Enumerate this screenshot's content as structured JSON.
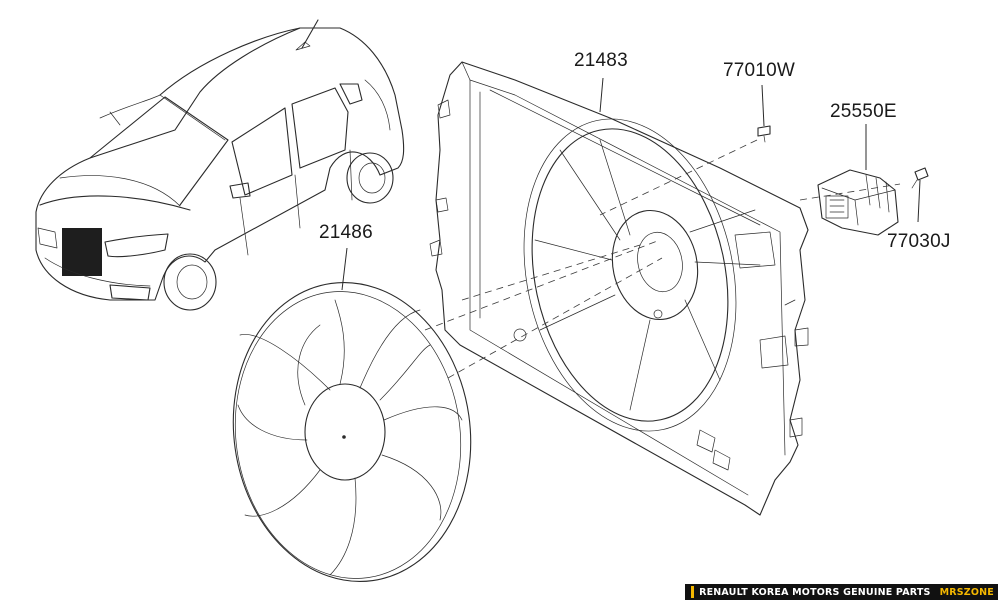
{
  "parts": [
    {
      "number": "21483"
    },
    {
      "number": "77010W"
    },
    {
      "number": "25550E"
    },
    {
      "number": "77030J"
    },
    {
      "number": "21486"
    }
  ],
  "footer": {
    "text": "RENAULT KOREA MOTORS GENUINE PARTS",
    "brand": "MRSZONE",
    "brand_color": "#f5b800"
  }
}
